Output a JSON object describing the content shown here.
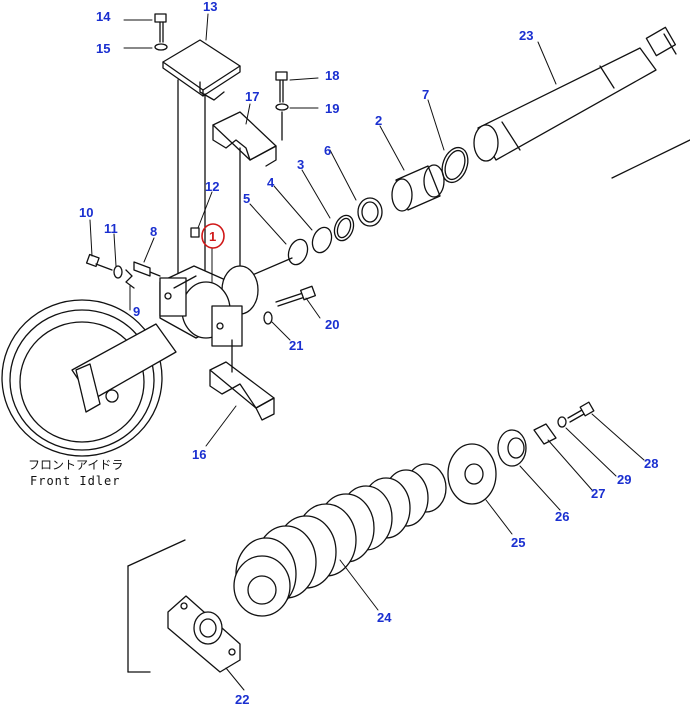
{
  "diagram": {
    "callouts": [
      {
        "id": "c14",
        "text": "14"
      },
      {
        "id": "c13",
        "text": "13"
      },
      {
        "id": "c15",
        "text": "15"
      },
      {
        "id": "c23",
        "text": "23"
      },
      {
        "id": "c18",
        "text": "18"
      },
      {
        "id": "c19",
        "text": "19"
      },
      {
        "id": "c17",
        "text": "17"
      },
      {
        "id": "c7",
        "text": "7"
      },
      {
        "id": "c2",
        "text": "2"
      },
      {
        "id": "c3",
        "text": "3"
      },
      {
        "id": "c6",
        "text": "6"
      },
      {
        "id": "c4",
        "text": "4"
      },
      {
        "id": "c12",
        "text": "12"
      },
      {
        "id": "c5",
        "text": "5"
      },
      {
        "id": "c1",
        "text": "1"
      },
      {
        "id": "c10",
        "text": "10"
      },
      {
        "id": "c11",
        "text": "11"
      },
      {
        "id": "c8",
        "text": "8"
      },
      {
        "id": "c9",
        "text": "9"
      },
      {
        "id": "c20",
        "text": "20"
      },
      {
        "id": "c21",
        "text": "21"
      },
      {
        "id": "c16",
        "text": "16"
      },
      {
        "id": "c28",
        "text": "28"
      },
      {
        "id": "c29",
        "text": "29"
      },
      {
        "id": "c27",
        "text": "27"
      },
      {
        "id": "c26",
        "text": "26"
      },
      {
        "id": "c25",
        "text": "25"
      },
      {
        "id": "c24",
        "text": "24"
      },
      {
        "id": "c22",
        "text": "22"
      }
    ],
    "caption_jp": "フロントアイドラ",
    "caption_en": "Front Idler",
    "colors": {
      "callout": "#1a2fd0",
      "highlight": "#d01818",
      "line": "#111111"
    }
  }
}
